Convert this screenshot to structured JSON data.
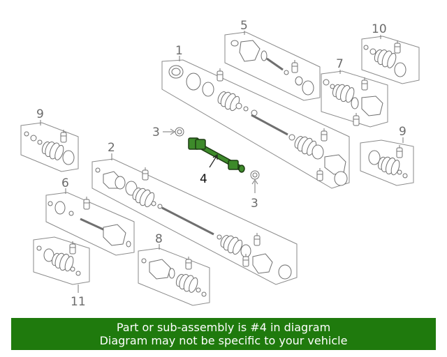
{
  "callouts": {
    "c1": "1",
    "c2": "2",
    "c3a": "3",
    "c3b": "3",
    "c4": "4",
    "c5": "5",
    "c6": "6",
    "c7": "7",
    "c8": "8",
    "c9a": "9",
    "c9b": "9",
    "c10": "10",
    "c11": "11"
  },
  "highlight_color": "#3d8a2a",
  "banner": {
    "line1": "Part or sub-assembly is #4 in diagram",
    "line2": "Diagram may not be specific to your vehicle",
    "color": "#1f7a0d"
  }
}
